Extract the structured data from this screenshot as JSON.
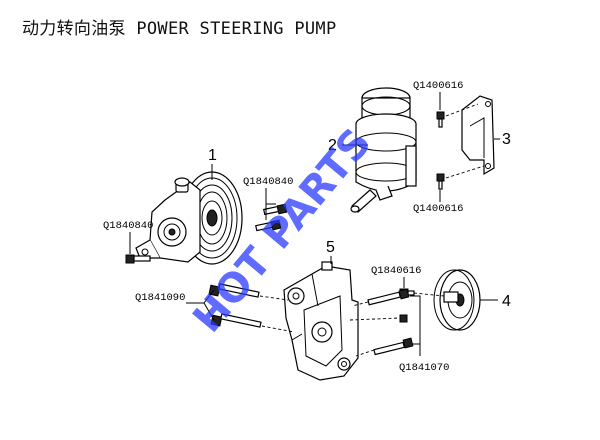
{
  "title": "动力转向油泵 POWER STEERING PUMP",
  "callouts": {
    "c1": "1",
    "c2": "2",
    "c3": "3",
    "c4": "4",
    "c5": "5"
  },
  "part_numbers": {
    "bolt_upper_right": "Q1840840",
    "bolt_left": "Q1840840",
    "bracket_bolt_top": "Q1400616",
    "bracket_bolt_bottom": "Q1400616",
    "nut": "Q1840616",
    "long_bolts_left": "Q1841090",
    "long_bolts_right": "Q1841070"
  },
  "watermark": "HOT PARTS"
}
